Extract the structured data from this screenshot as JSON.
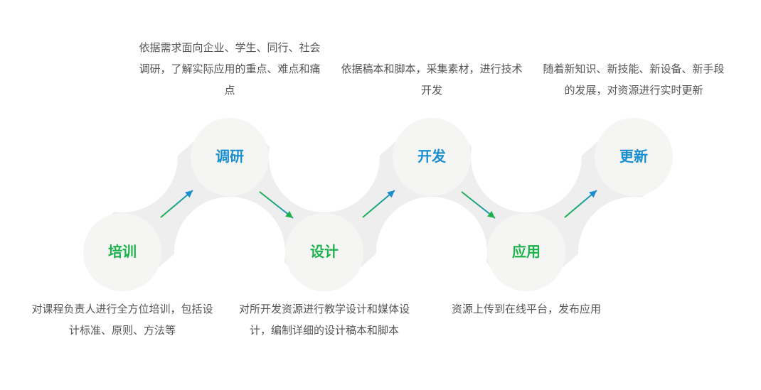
{
  "colors": {
    "green": "#1db24b",
    "blue": "#1a8fcf",
    "circle": "#f5f5f4",
    "band": "#eeeeee",
    "text": "#555555"
  },
  "steps": [
    {
      "label": "培训",
      "desc": "对课程负责人进行全方位培训，包括设计标准、原则、方法等",
      "color": "green"
    },
    {
      "label": "调研",
      "desc": "依据需求面向企业、学生、同行、社会调研，了解实际应用的重点、难点和痛点",
      "color": "blue"
    },
    {
      "label": "设计",
      "desc": "对所开发资源进行教学设计和媒体设计，编制详细的设计稿本和脚本",
      "color": "green"
    },
    {
      "label": "开发",
      "desc": "依据稿本和脚本，采集素材，进行技术开发",
      "color": "blue"
    },
    {
      "label": "应用",
      "desc": "资源上传到在线平台，发布应用",
      "color": "green"
    },
    {
      "label": "更新",
      "desc": "随着新知识、新技能、新设备、新手段的发展，对资源进行实时更新",
      "color": "blue"
    }
  ]
}
